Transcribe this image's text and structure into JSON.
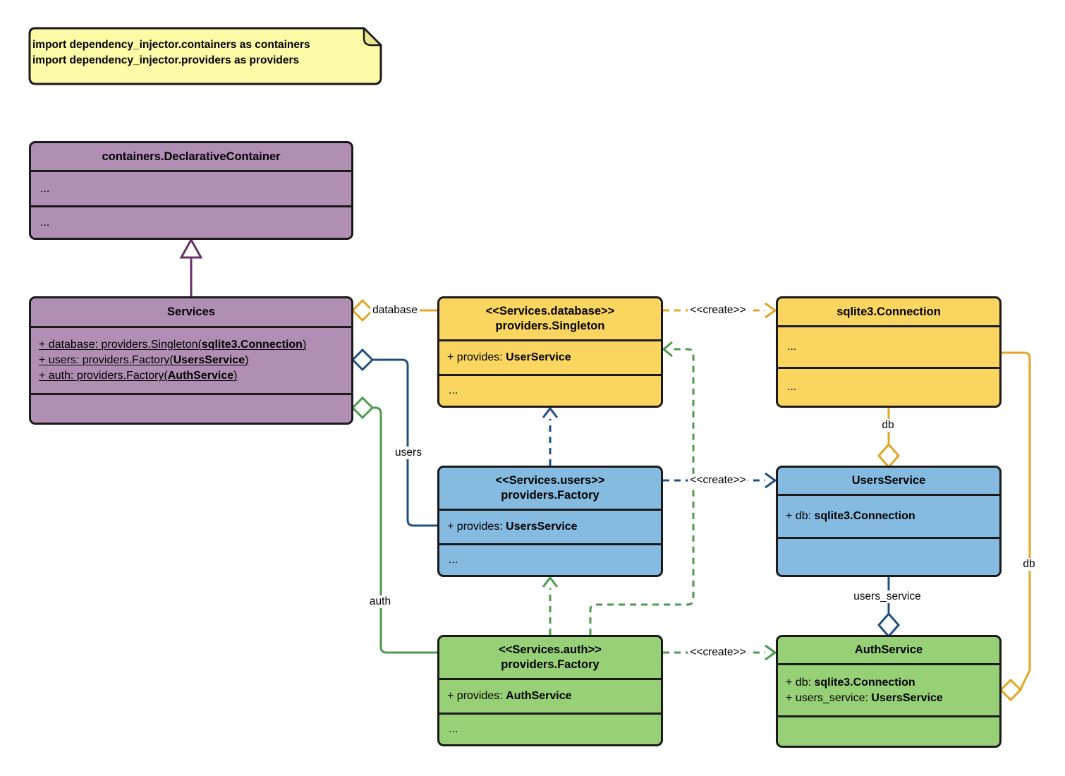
{
  "note": {
    "line1": "import dependency_injector.containers as containers",
    "line2": "import dependency_injector.providers as providers"
  },
  "classes": {
    "declarative_container": {
      "title": "containers.DeclarativeContainer",
      "compartments": [
        "...",
        "..."
      ]
    },
    "services": {
      "title": "Services",
      "attrs": [
        {
          "prefix": "+ database: providers.Singleton(",
          "bold": "sqlite3.Connection",
          "suffix": ")"
        },
        {
          "prefix": "+ users: providers.Factory(",
          "bold": "UsersService",
          "suffix": ")"
        },
        {
          "prefix": "+ auth: providers.Factory(",
          "bold": "AuthService",
          "suffix": ")"
        }
      ]
    },
    "database_singleton": {
      "stereotype": "<<Services.database>>",
      "title": "providers.Singleton",
      "provides_prefix": "+ provides: ",
      "provides_bold": "UserService",
      "more": "..."
    },
    "sqlite_connection": {
      "title": "sqlite3.Connection",
      "compartments": [
        "...",
        "..."
      ]
    },
    "users_factory": {
      "stereotype": "<<Services.users>>",
      "title": "providers.Factory",
      "provides_prefix": "+ provides: ",
      "provides_bold": "UsersService",
      "more": "..."
    },
    "users_service": {
      "title": "UsersService",
      "attr_prefix": "+ db: ",
      "attr_bold": "sqlite3.Connection"
    },
    "auth_factory": {
      "stereotype": "<<Services.auth>>",
      "title": "providers.Factory",
      "provides_prefix": "+ provides: ",
      "provides_bold": "AuthService",
      "more": "..."
    },
    "auth_service": {
      "title": "AuthService",
      "attrs": [
        {
          "prefix": "+ db: ",
          "bold": "sqlite3.Connection"
        },
        {
          "prefix": "+ users_service: ",
          "bold": "UsersService"
        }
      ]
    }
  },
  "edge_labels": {
    "database": "database",
    "users": "users",
    "auth": "auth",
    "create_database": "<<create>>",
    "create_users": "<<create>>",
    "create_auth": "<<create>>",
    "db_to_users_service": "db",
    "db_to_auth_service": "db",
    "users_service": "users_service"
  },
  "colors": {
    "purple_fill": "#B18FB4",
    "purple_line": "#683168",
    "yellow_fill": "#FAD55F",
    "yellow_line": "#E3A521",
    "blue_fill": "#85BBE0",
    "blue_line": "#1F5081",
    "green_fill": "#97D077",
    "green_line": "#4C9A4E",
    "note_fill": "#FCFCA8",
    "border": "#1A1A1A"
  }
}
